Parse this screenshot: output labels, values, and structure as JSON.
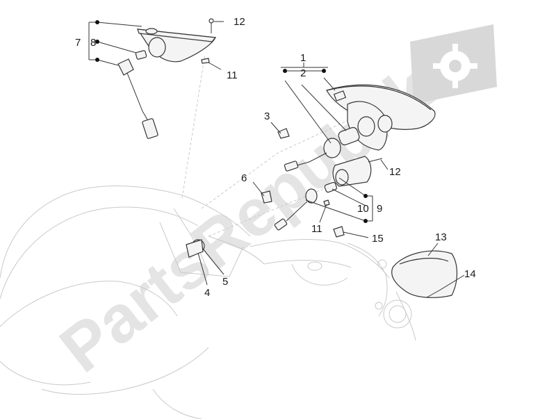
{
  "watermark": {
    "text": "PartsRepublik"
  },
  "callouts": {
    "c1": "1",
    "c2": "2",
    "c3": "3",
    "c4": "4",
    "c5": "5",
    "c6": "6",
    "c7": "7",
    "c8": "8",
    "c9": "9",
    "c10": "10",
    "c11a": "11",
    "c11b": "11",
    "c12a": "12",
    "c12b": "12",
    "c13": "13",
    "c14": "14",
    "c15": "15"
  }
}
